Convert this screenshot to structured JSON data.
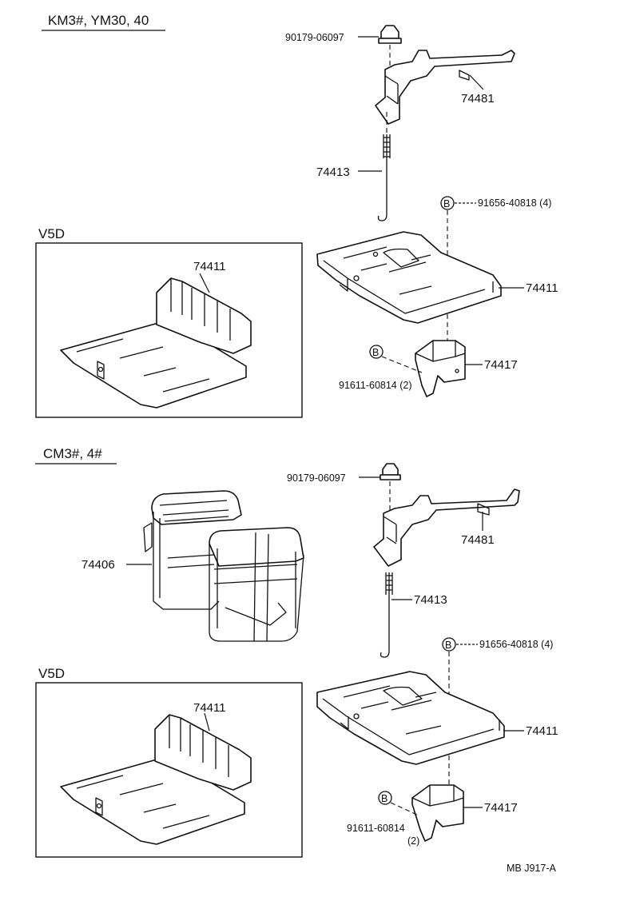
{
  "page": {
    "footer_code": "MB  J917-A"
  },
  "section_top": {
    "heading": "KM3#, YM30, 40",
    "variant_label": "V5D",
    "labels": {
      "nut": "90179-06097",
      "clamp": "74481",
      "rod": "74413",
      "bolt_b": "91656-40818 (4)",
      "tray": "74411",
      "variant_tray": "74411",
      "bracket": "74417",
      "bolt_b2": "91611-60814 (2)",
      "b_marker": "B"
    }
  },
  "section_bottom": {
    "heading": "CM3#, 4#",
    "variant_label": "V5D",
    "labels": {
      "nut": "90179-06097",
      "clamp": "74481",
      "insulator": "74406",
      "rod": "74413",
      "bolt_b": "91656-40818 (4)",
      "tray": "74411",
      "variant_tray": "74411",
      "bracket": "74417",
      "bolt_b2_line1": "91611-60814",
      "bolt_b2_line2": "(2)",
      "b_marker": "B"
    }
  },
  "icons": [
    "b-circle-marker-icon",
    "flange-nut-icon"
  ]
}
